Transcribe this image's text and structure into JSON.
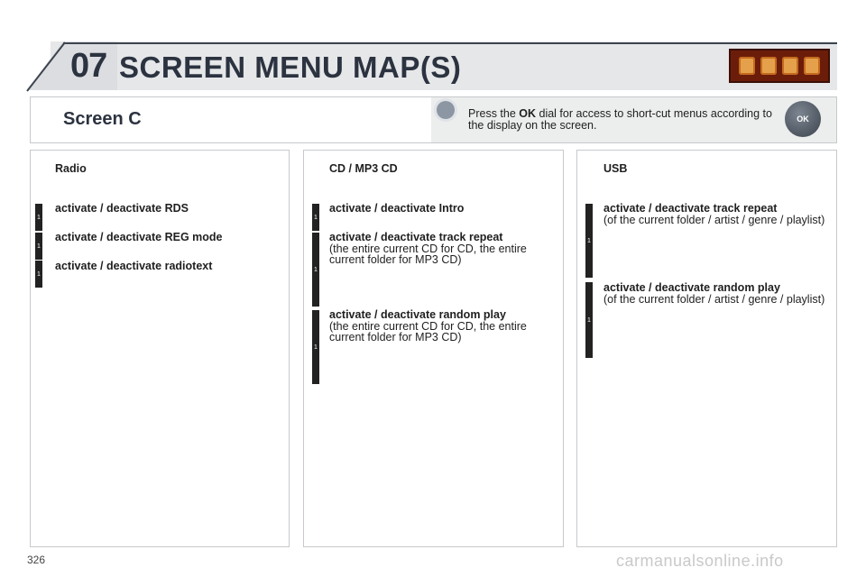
{
  "header": {
    "chapter": "07",
    "title": "SCREEN MENU MAP(S)"
  },
  "info": {
    "screen_label": "Screen C",
    "tip_prefix": "Press the ",
    "tip_bold": "OK",
    "tip_suffix": " dial for access to short-cut menus according to the display on the screen.",
    "ok_label": "OK"
  },
  "columns": [
    {
      "title": "Radio",
      "items": [
        {
          "marker": "1",
          "title": "activate / deactivate RDS",
          "desc": ""
        },
        {
          "marker": "1",
          "title": "activate / deactivate REG mode",
          "desc": ""
        },
        {
          "marker": "1",
          "title": "activate / deactivate radiotext",
          "desc": ""
        }
      ]
    },
    {
      "title": "CD / MP3 CD",
      "items": [
        {
          "marker": "1",
          "title": "activate / deactivate Intro",
          "desc": ""
        },
        {
          "marker": "1",
          "title": "activate / deactivate track repeat",
          "desc": "(the entire current CD for CD, the entire current folder for MP3 CD)"
        },
        {
          "marker": "1",
          "title": "activate / deactivate random play",
          "desc": "(the entire current CD for CD, the entire current folder for MP3 CD)"
        }
      ]
    },
    {
      "title": "USB",
      "items": [
        {
          "marker": "1",
          "title": "activate / deactivate track repeat",
          "desc": "(of the current folder / artist / genre / playlist)"
        },
        {
          "marker": "1",
          "title": "activate / deactivate random play",
          "desc": "(of the current folder / artist / genre / playlist)"
        }
      ]
    }
  ],
  "footer": {
    "page_number": "326",
    "watermark": "carmanualsonline.info"
  }
}
